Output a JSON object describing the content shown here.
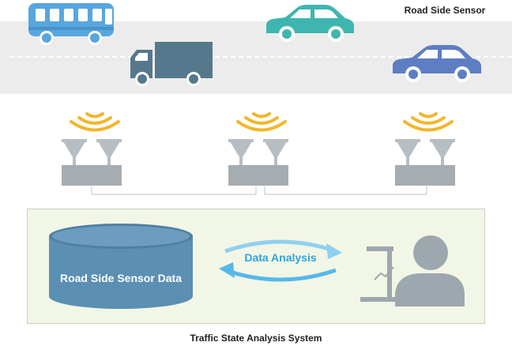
{
  "road": {
    "title": "Road Side Sensor",
    "vehicles": [
      {
        "name": "bus-icon",
        "color": "#58a6df"
      },
      {
        "name": "truck-icon",
        "color": "#56788c"
      },
      {
        "name": "car-icon",
        "color": "#3fb5b0"
      },
      {
        "name": "car-icon",
        "color": "#5d7ec3"
      }
    ]
  },
  "sensors": {
    "count": 3,
    "wave_color": "#f2b62c",
    "funnel_color": "#b7bec3",
    "base_color": "#a6adb2"
  },
  "system": {
    "title": "Traffic State Analysis System",
    "database_label": "Road Side Sensor Data",
    "analysis_label": "Data Analysis",
    "database_color": "#5b8fb3",
    "analyst_color": "#9da7ad",
    "arrow_color": "#57b8e8"
  }
}
